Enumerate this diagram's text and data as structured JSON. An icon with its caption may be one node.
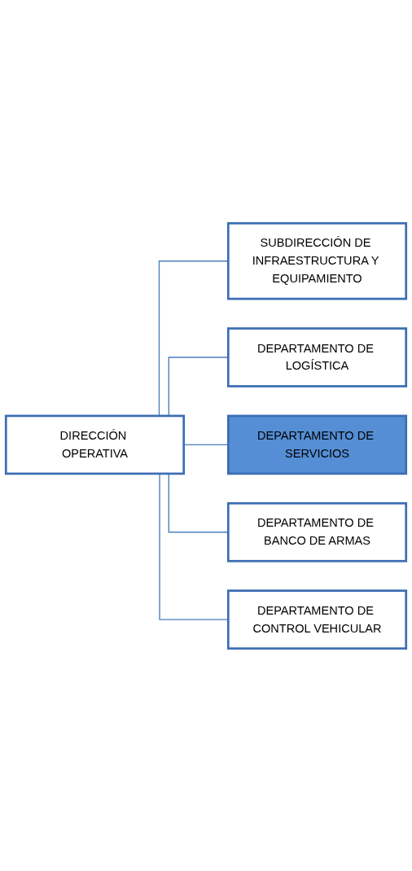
{
  "diagram": {
    "nodes": [
      {
        "text": [
          "DIRECCIÓN OPERATIVA"
        ]
      },
      {
        "text": [
          "SUBDIRECCIÓN DE INFRAESTRUCTURA Y EQUIPAMIENTO"
        ]
      },
      {
        "text": [
          "DEPARTAMENTO DE LOGÍSTICA"
        ]
      },
      {
        "text": [
          "DEPARTAMENTO DE SERVICIOS"
        ]
      },
      {
        "text": [
          "DEPARTAMENTO DE BANCO DE ARMAS"
        ]
      },
      {
        "text": [
          "DEPARTAMENTO DE CONTROL VEHICULAR"
        ]
      }
    ],
    "edges": [
      {
        "from": 0,
        "to": 1,
        "arrow": "none"
      },
      {
        "from": 0,
        "to": 2,
        "arrow": "none"
      },
      {
        "from": 0,
        "to": 3,
        "arrow": "none"
      },
      {
        "from": 0,
        "to": 4,
        "arrow": "none"
      },
      {
        "from": 0,
        "to": 5,
        "arrow": "none"
      }
    ]
  }
}
